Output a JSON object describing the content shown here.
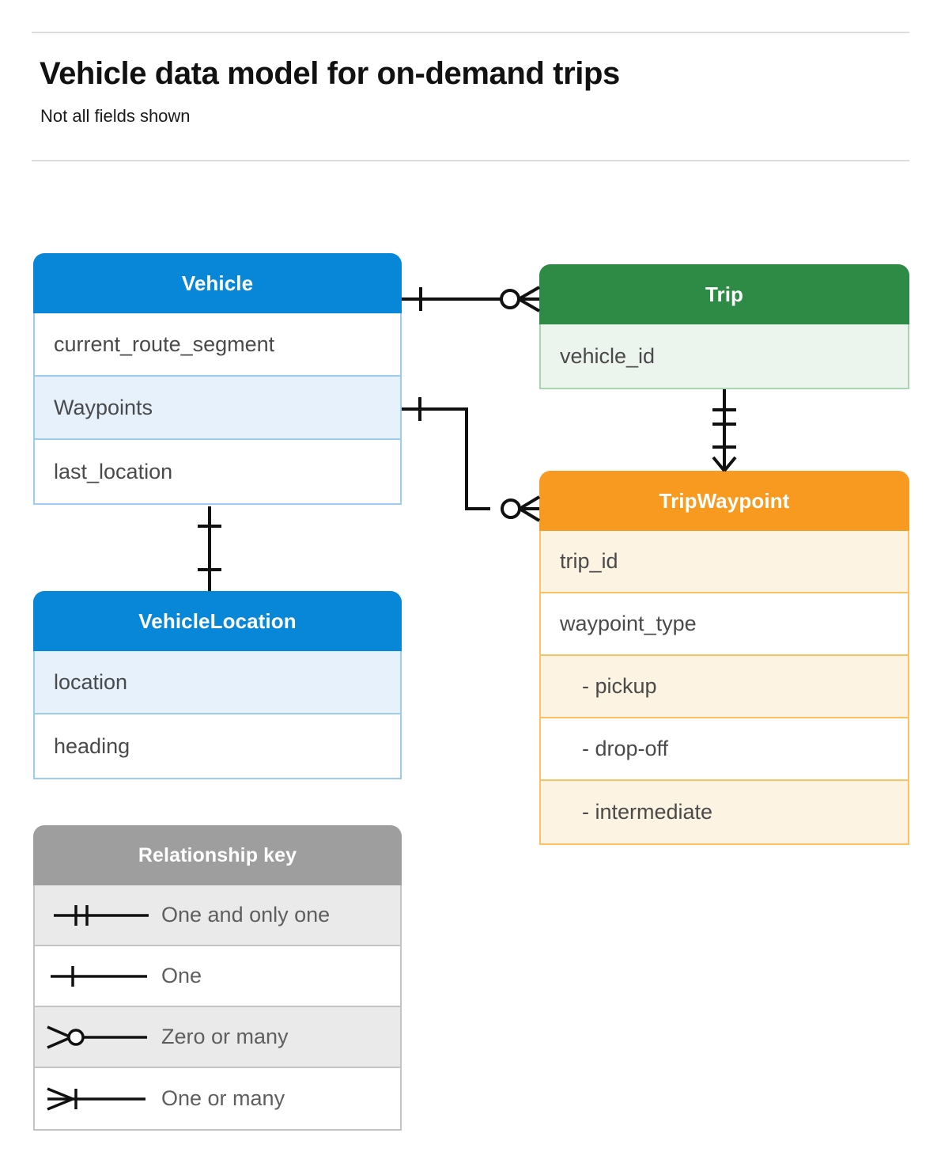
{
  "header": {
    "title": "Vehicle data model for on-demand trips",
    "subtitle": "Not all fields shown"
  },
  "entities": [
    {
      "id": "vehicle",
      "name": "Vehicle",
      "color": "#0886d8",
      "fields": [
        "current_route_segment",
        "Waypoints",
        "last_location"
      ]
    },
    {
      "id": "trip",
      "name": "Trip",
      "color": "#2e8b46",
      "fields": [
        "vehicle_id"
      ]
    },
    {
      "id": "tripwaypoint",
      "name": "TripWaypoint",
      "color": "#f79a1f",
      "fields": [
        "trip_id",
        "waypoint_type",
        "-  pickup",
        "-  drop-off",
        "-  intermediate"
      ]
    },
    {
      "id": "vehiclelocation",
      "name": "VehicleLocation",
      "color": "#0886d8",
      "fields": [
        "location",
        "heading"
      ]
    }
  ],
  "legend": {
    "title": "Relationship key",
    "rows": [
      {
        "symbol": "one-and-only-one",
        "label": "One and only one"
      },
      {
        "symbol": "one",
        "label": "One"
      },
      {
        "symbol": "zero-or-many",
        "label": "Zero or many"
      },
      {
        "symbol": "one-or-many",
        "label": "One or many"
      }
    ]
  },
  "relationships": [
    {
      "from": "Vehicle",
      "to": "Trip",
      "from_cardinality": "one",
      "to_cardinality": "zero-or-many"
    },
    {
      "from": "Vehicle.Waypoints",
      "to": "TripWaypoint",
      "from_cardinality": "one",
      "to_cardinality": "zero-or-many"
    },
    {
      "from": "Trip",
      "to": "TripWaypoint",
      "from_cardinality": "one-and-only-one",
      "to_cardinality": "one-or-many"
    },
    {
      "from": "Vehicle",
      "to": "VehicleLocation",
      "from_cardinality": "one",
      "to_cardinality": "one"
    }
  ]
}
